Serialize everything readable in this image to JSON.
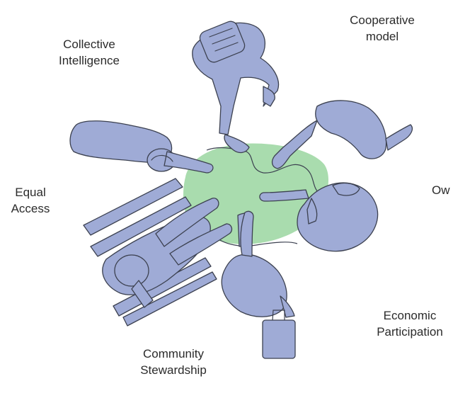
{
  "labels": {
    "collective_intelligence": [
      "Collective",
      "Intelligence"
    ],
    "cooperative_model": [
      "Cooperative",
      "model"
    ],
    "equal_access": [
      "Equal",
      "Access"
    ],
    "ownership_partial": "Ow",
    "economic_participation": [
      "Economic",
      "Participation"
    ],
    "community_stewardship": [
      "Community",
      "Stewardship"
    ]
  },
  "colors": {
    "figure_fill": "#9fabd6",
    "figure_outline": "#3c4150",
    "table_fill": "#a9dcae",
    "text": "#2b2b2b"
  },
  "icons": [
    "person-top-view-icon",
    "wheelchair-user-icon",
    "suitcase-icon"
  ]
}
